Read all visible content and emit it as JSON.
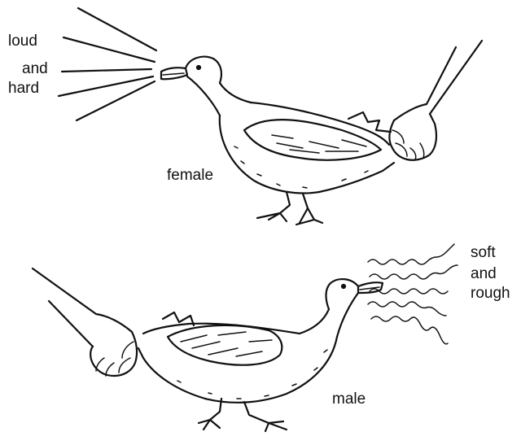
{
  "female": {
    "label": "female",
    "sound_label_lines": [
      "loud",
      "and",
      "hard"
    ]
  },
  "male": {
    "label": "male",
    "sound_label_lines": [
      "soft",
      "and",
      "rough"
    ]
  }
}
